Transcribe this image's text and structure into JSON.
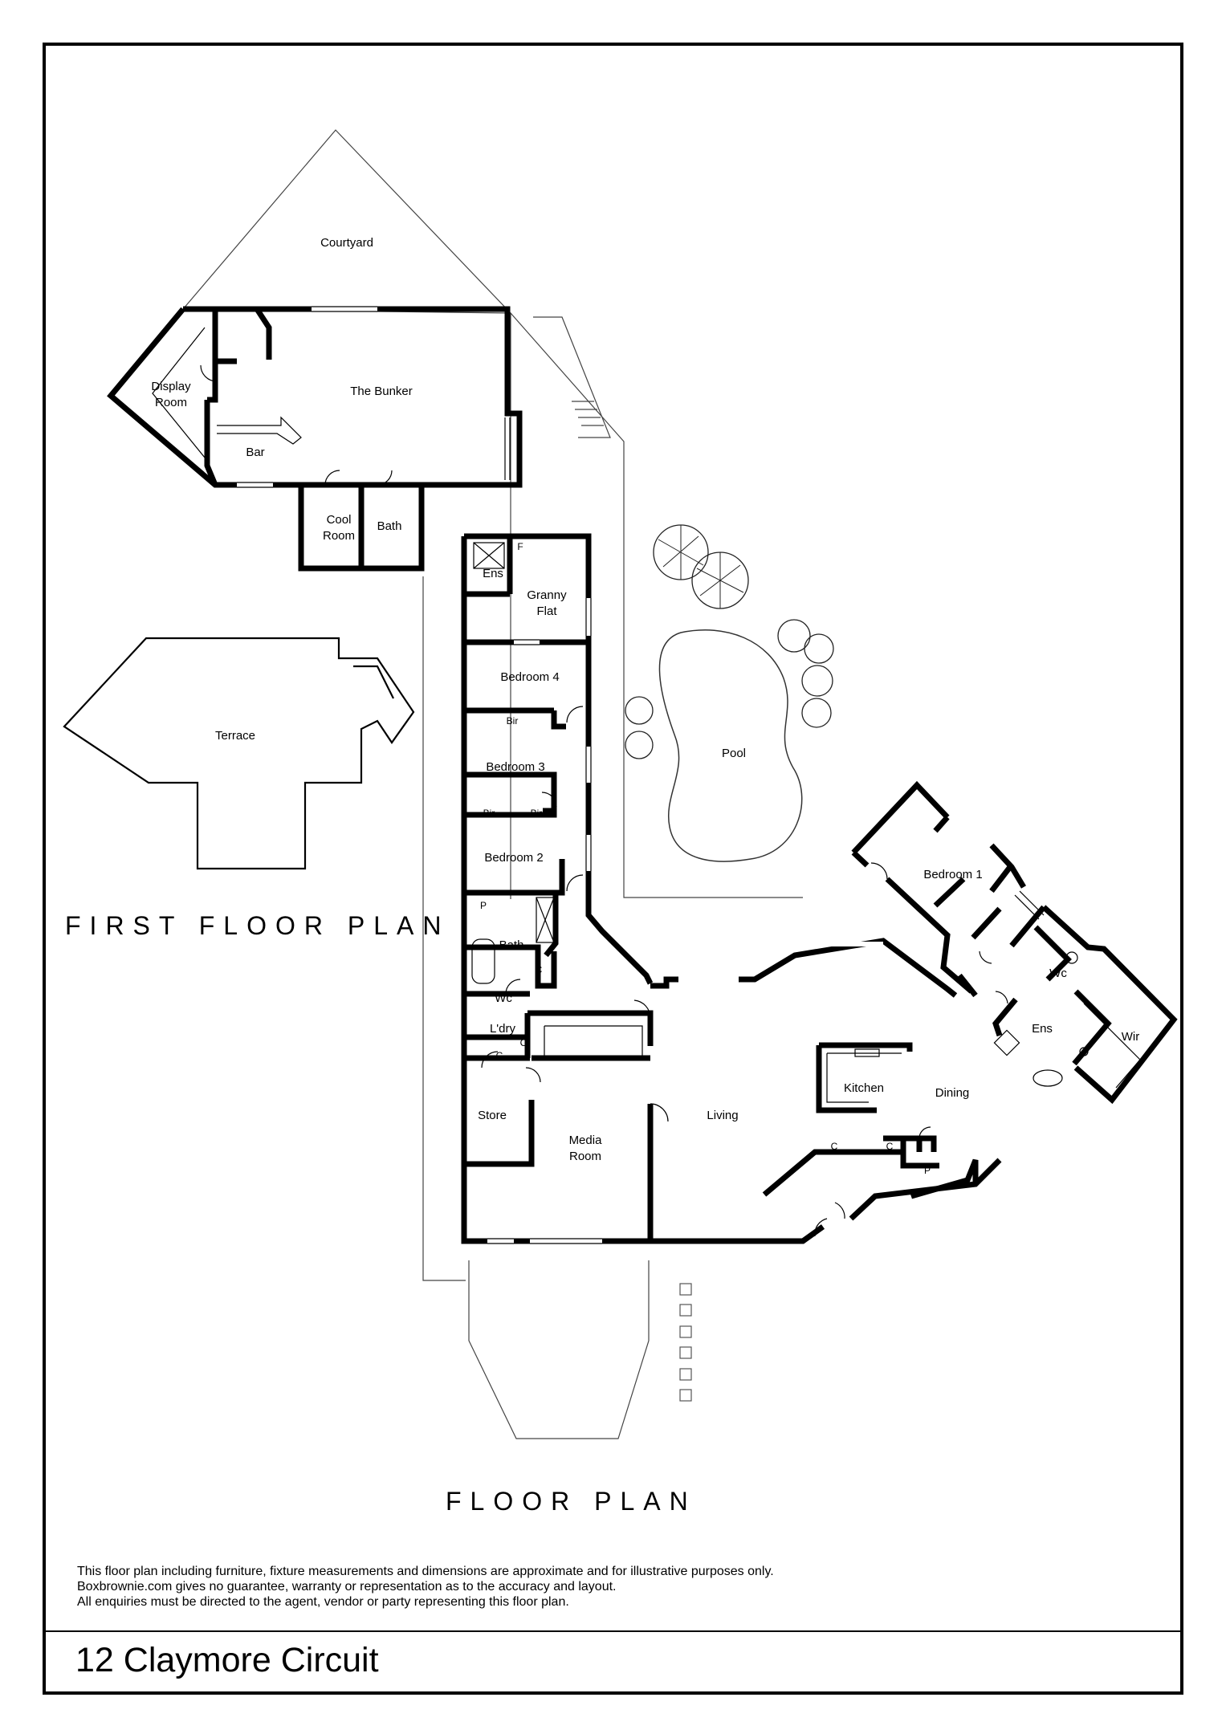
{
  "plan": {
    "headings": {
      "first_floor": "FIRST FLOOR PLAN",
      "floor": "FLOOR PLAN"
    },
    "rooms": {
      "courtyard": "Courtyard",
      "display_room": [
        "Display",
        "Room"
      ],
      "the_bunker": "The Bunker",
      "bar": "Bar",
      "cool_room": [
        "Cool",
        "Room"
      ],
      "bunker_bath": "Bath",
      "terrace": "Terrace",
      "ens_granny": "Ens",
      "granny_flat": [
        "Granny",
        "Flat"
      ],
      "fridge_f": "F",
      "bedroom_4": "Bedroom 4",
      "bir_4": "Bir",
      "bedroom_3": "Bedroom 3",
      "bir_3a": "Bir",
      "bir_3b": "Bir",
      "bedroom_2": "Bedroom 2",
      "pantry_p_left": "P",
      "main_bath": "Bath",
      "cupboard_bath": "C",
      "wc_main": "Wc",
      "laundry": "L'dry",
      "cupboard_laundry": "C",
      "cupboard_store": "C",
      "store": "Store",
      "media_room": [
        "Media",
        "Room"
      ],
      "living": "Living",
      "kitchen": "Kitchen",
      "dining": "Dining",
      "cupboard_k1": "C",
      "cupboard_k2": "C",
      "pantry_p_right": "P",
      "pool": "Pool",
      "bedroom_1": "Bedroom 1",
      "wc_ens": "Wc",
      "ens_main": "Ens",
      "wir": "Wir"
    }
  },
  "disclaimer": [
    "This floor plan including furniture, fixture measurements and dimensions are approximate and for illustrative purposes only.",
    "Boxbrownie.com gives no guarantee, warranty or representation as to the accuracy and layout.",
    "All enquiries must be directed to the agent, vendor or party representing this floor plan."
  ],
  "address": "12 Claymore Circuit"
}
